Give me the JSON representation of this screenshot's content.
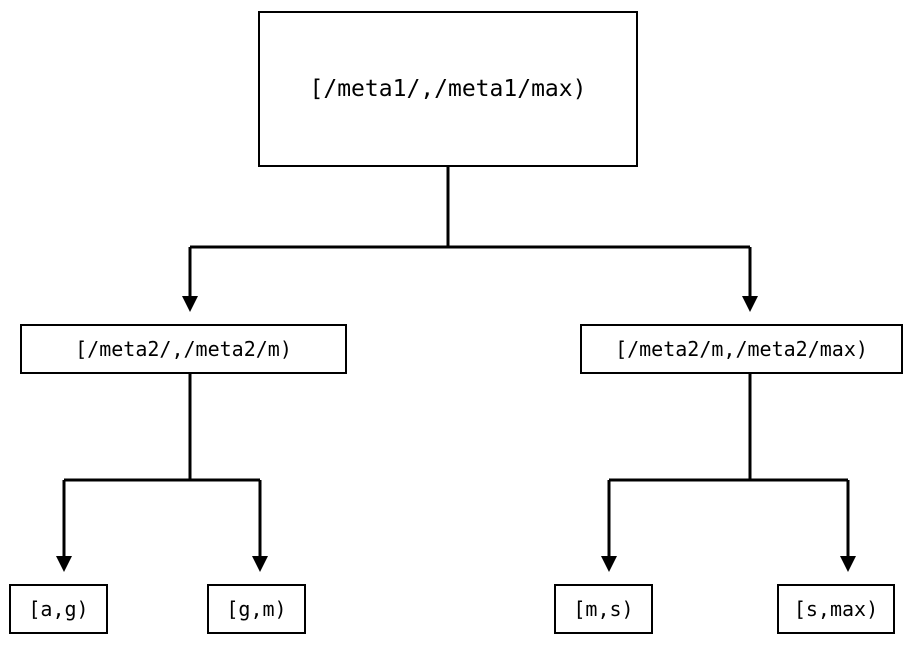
{
  "diagram": {
    "type": "tree",
    "background_color": "#ffffff",
    "stroke_color": "#000000",
    "text_color": "#000000",
    "nodes": {
      "root": {
        "label": "[/meta1/,/meta1/max)"
      },
      "mid_left": {
        "label": "[/meta2/,/meta2/m)"
      },
      "mid_right": {
        "label": "[/meta2/m,/meta2/max)"
      },
      "leaf_1": {
        "label": "[a,g)"
      },
      "leaf_2": {
        "label": "[g,m)"
      },
      "leaf_3": {
        "label": "[m,s)"
      },
      "leaf_4": {
        "label": "[s,max)"
      }
    },
    "edges": [
      {
        "from": "root",
        "to": "mid_left",
        "arrow": "down-triangle"
      },
      {
        "from": "root",
        "to": "mid_right",
        "arrow": "down-triangle"
      },
      {
        "from": "mid_left",
        "to": "leaf_1",
        "arrow": "down-triangle"
      },
      {
        "from": "mid_left",
        "to": "leaf_2",
        "arrow": "down-triangle"
      },
      {
        "from": "mid_right",
        "to": "leaf_3",
        "arrow": "down-triangle"
      },
      {
        "from": "mid_right",
        "to": "leaf_4",
        "arrow": "down-triangle"
      }
    ]
  }
}
